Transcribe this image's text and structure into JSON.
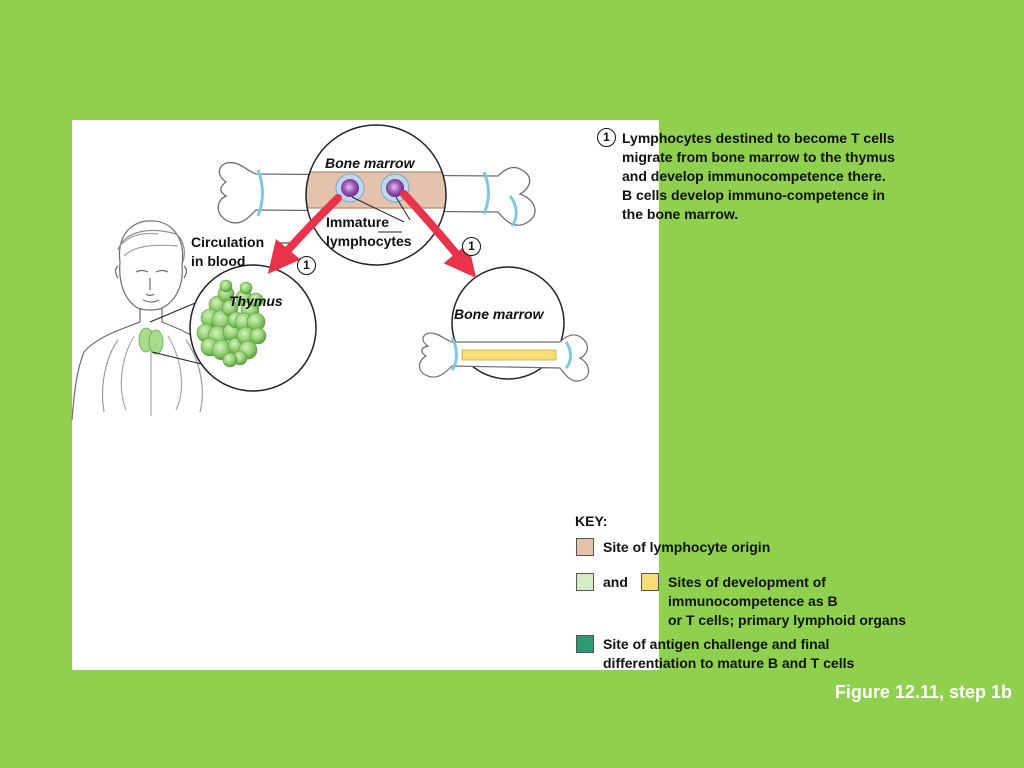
{
  "step": {
    "number": "1",
    "description": [
      "Lymphocytes destined to become T cells",
      "migrate from bone marrow to the thymus",
      "and develop immunocompetence there.",
      "B cells develop immuno-competence in",
      "the bone marrow."
    ]
  },
  "labels": {
    "bone_marrow_top": "Bone marrow",
    "immature_lymphocytes": [
      "Immature",
      "lymphocytes"
    ],
    "circulation": [
      "Circulation",
      "in blood"
    ],
    "thymus": "Thymus",
    "bone_marrow_right": "Bone marrow"
  },
  "key": {
    "title": "KEY:",
    "origin": "Site of lymphocyte origin",
    "and": "and",
    "development": [
      "Sites of development of",
      "immunocompetence as B",
      "or T cells; primary lymphoid organs"
    ],
    "antigen": [
      "Site of antigen challenge and final",
      "differentiation to mature B and T cells"
    ]
  },
  "colors": {
    "background": "#8fd14f",
    "origin_swatch": "#e3c3ad",
    "thymus_swatch": "#d3ecc4",
    "marrow_swatch": "#f7dd74",
    "antigen_swatch": "#2f9a72",
    "arrow": "#e8334a",
    "lymphocyte": "#9b59b6"
  },
  "caption": "Figure 12.11, step 1b"
}
